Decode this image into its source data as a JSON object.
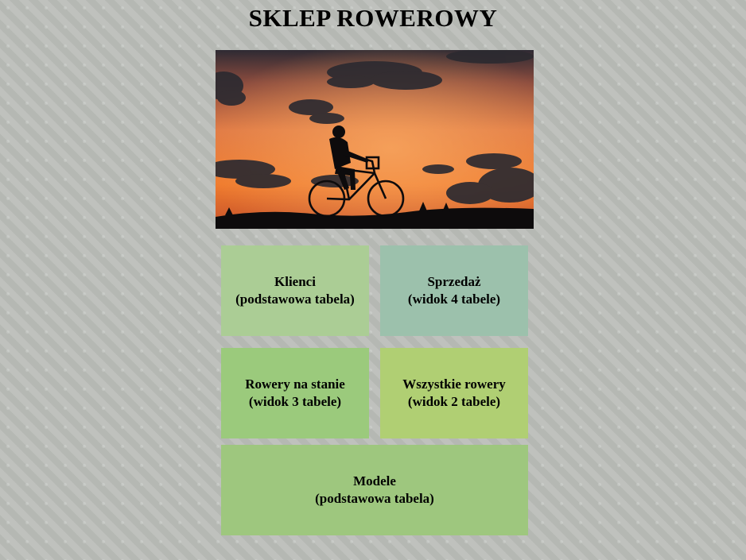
{
  "page": {
    "title": "SKLEP ROWEROWY"
  },
  "hero": {
    "icon": "cyclist-sunset-photo"
  },
  "tiles": [
    {
      "title": "Klienci",
      "subtitle": "(podstawowa tabela)",
      "color": "#abcd95"
    },
    {
      "title": "Sprzedaż",
      "subtitle": "(widok 4 tabele)",
      "color": "#9cc1ac"
    },
    {
      "title": "Rowery na stanie",
      "subtitle": "(widok 3 tabele)",
      "color": "#9bca7c"
    },
    {
      "title": "Wszystkie rowery",
      "subtitle": "(widok 2 tabele)",
      "color": "#b0cf73"
    },
    {
      "title": "Modele",
      "subtitle": "(podstawowa tabela)",
      "color": "#9ec77e"
    }
  ]
}
